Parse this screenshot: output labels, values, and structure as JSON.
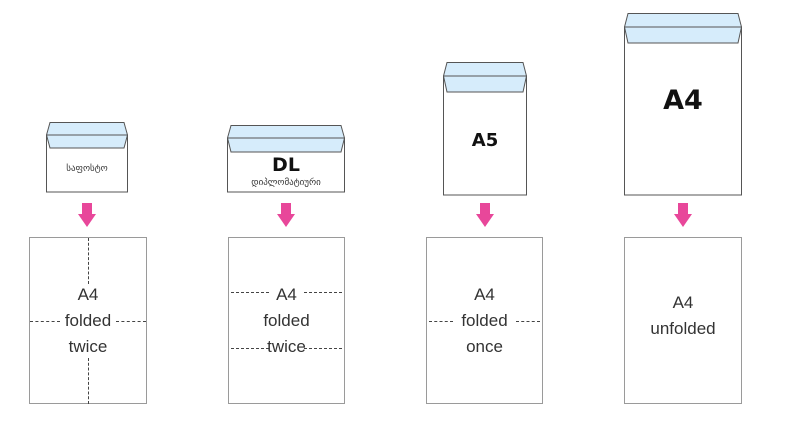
{
  "envelopes": [
    {
      "name": "envelope-standard",
      "label": "",
      "sublabel": "საფოსტო"
    },
    {
      "name": "envelope-dl",
      "label": "DL",
      "sublabel": "დიპლომატიური"
    },
    {
      "name": "envelope-a5",
      "label": "A5",
      "sublabel": ""
    },
    {
      "name": "envelope-a4",
      "label": "A4",
      "sublabel": ""
    }
  ],
  "papers": [
    {
      "line1": "A4",
      "line2": "folded",
      "line3": "twice"
    },
    {
      "line1": "A4",
      "line2": "folded",
      "line3": "twice"
    },
    {
      "line1": "A4",
      "line2": "folded",
      "line3": "once"
    },
    {
      "line1": "A4",
      "line2": "unfolded"
    }
  ],
  "colors": {
    "arrow": "#e8479a",
    "flap": "#d6ecfb",
    "outline": "#555555"
  }
}
